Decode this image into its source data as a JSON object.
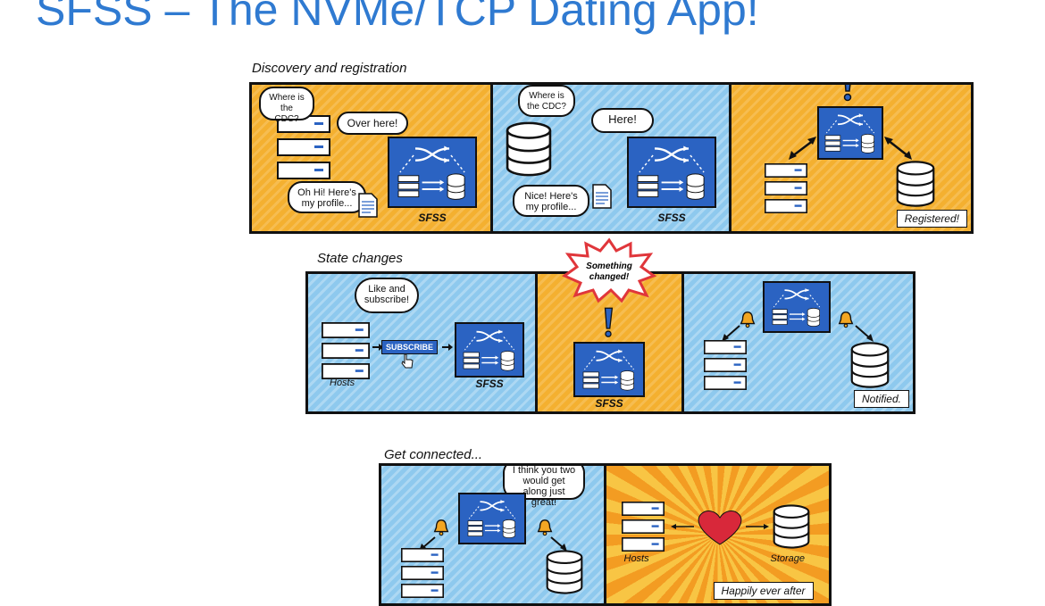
{
  "slide": {
    "title": "SFSS – The NVMe/TCP Dating App!"
  },
  "discovery": {
    "label": "Discovery and registration",
    "panel1": {
      "bubble_question": "Where is the CDC?",
      "bubble_answer": "Over here!",
      "bubble_profile": "Oh Hi! Here's my profile...",
      "sfss_label": "SFSS"
    },
    "panel2": {
      "bubble_question": "Where is the CDC?",
      "bubble_answer": "Here!",
      "bubble_profile": "Nice! Here's my profile...",
      "sfss_label": "SFSS"
    },
    "panel3": {
      "tag": "Registered!"
    }
  },
  "state_changes": {
    "label": "State changes",
    "panel1": {
      "thought": "Like and subscribe!",
      "subscribe_button": "SUBSCRIBE",
      "hosts_label": "Hosts",
      "sfss_label": "SFSS"
    },
    "panel2": {
      "burst_text": "Something changed!",
      "sfss_label": "SFSS"
    },
    "panel3": {
      "tag": "Notified."
    }
  },
  "get_connected": {
    "label": "Get connected...",
    "panel1": {
      "bubble": "I think you two would get along just great!"
    },
    "panel2": {
      "hosts_label": "Hosts",
      "storage_label": "Storage",
      "tag": "Happily ever after"
    }
  },
  "colors": {
    "title_blue": "#2f7ad1",
    "panel_orange": "#f4b030",
    "panel_blue": "#8ec9ee",
    "sfss_blue": "#2b63c2",
    "heart_red": "#d8283a"
  },
  "icons": [
    "server-stack-icon",
    "database-icon",
    "switch-fabric-icon",
    "document-icon",
    "bell-icon",
    "exclamation-icon",
    "heart-icon",
    "hand-cursor-icon"
  ]
}
